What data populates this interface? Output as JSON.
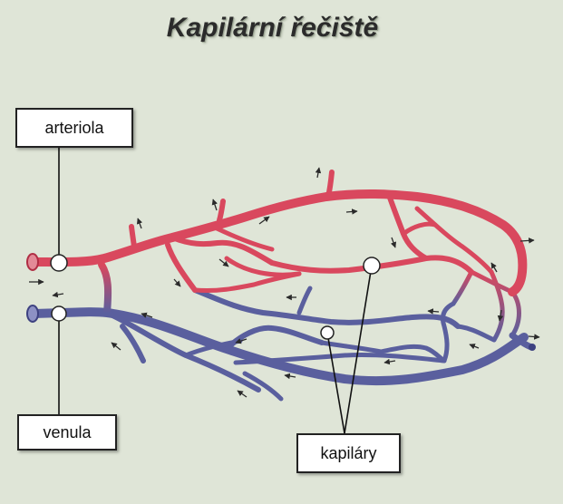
{
  "title": "Kapilární řečiště",
  "labels": {
    "arteriola": "arteriola",
    "venula": "venula",
    "kapilary": "kapiláry"
  },
  "colors": {
    "background": "#dfe5d7",
    "artery": "#d9485e",
    "vein": "#5a5f9e",
    "leader": "#111111"
  }
}
